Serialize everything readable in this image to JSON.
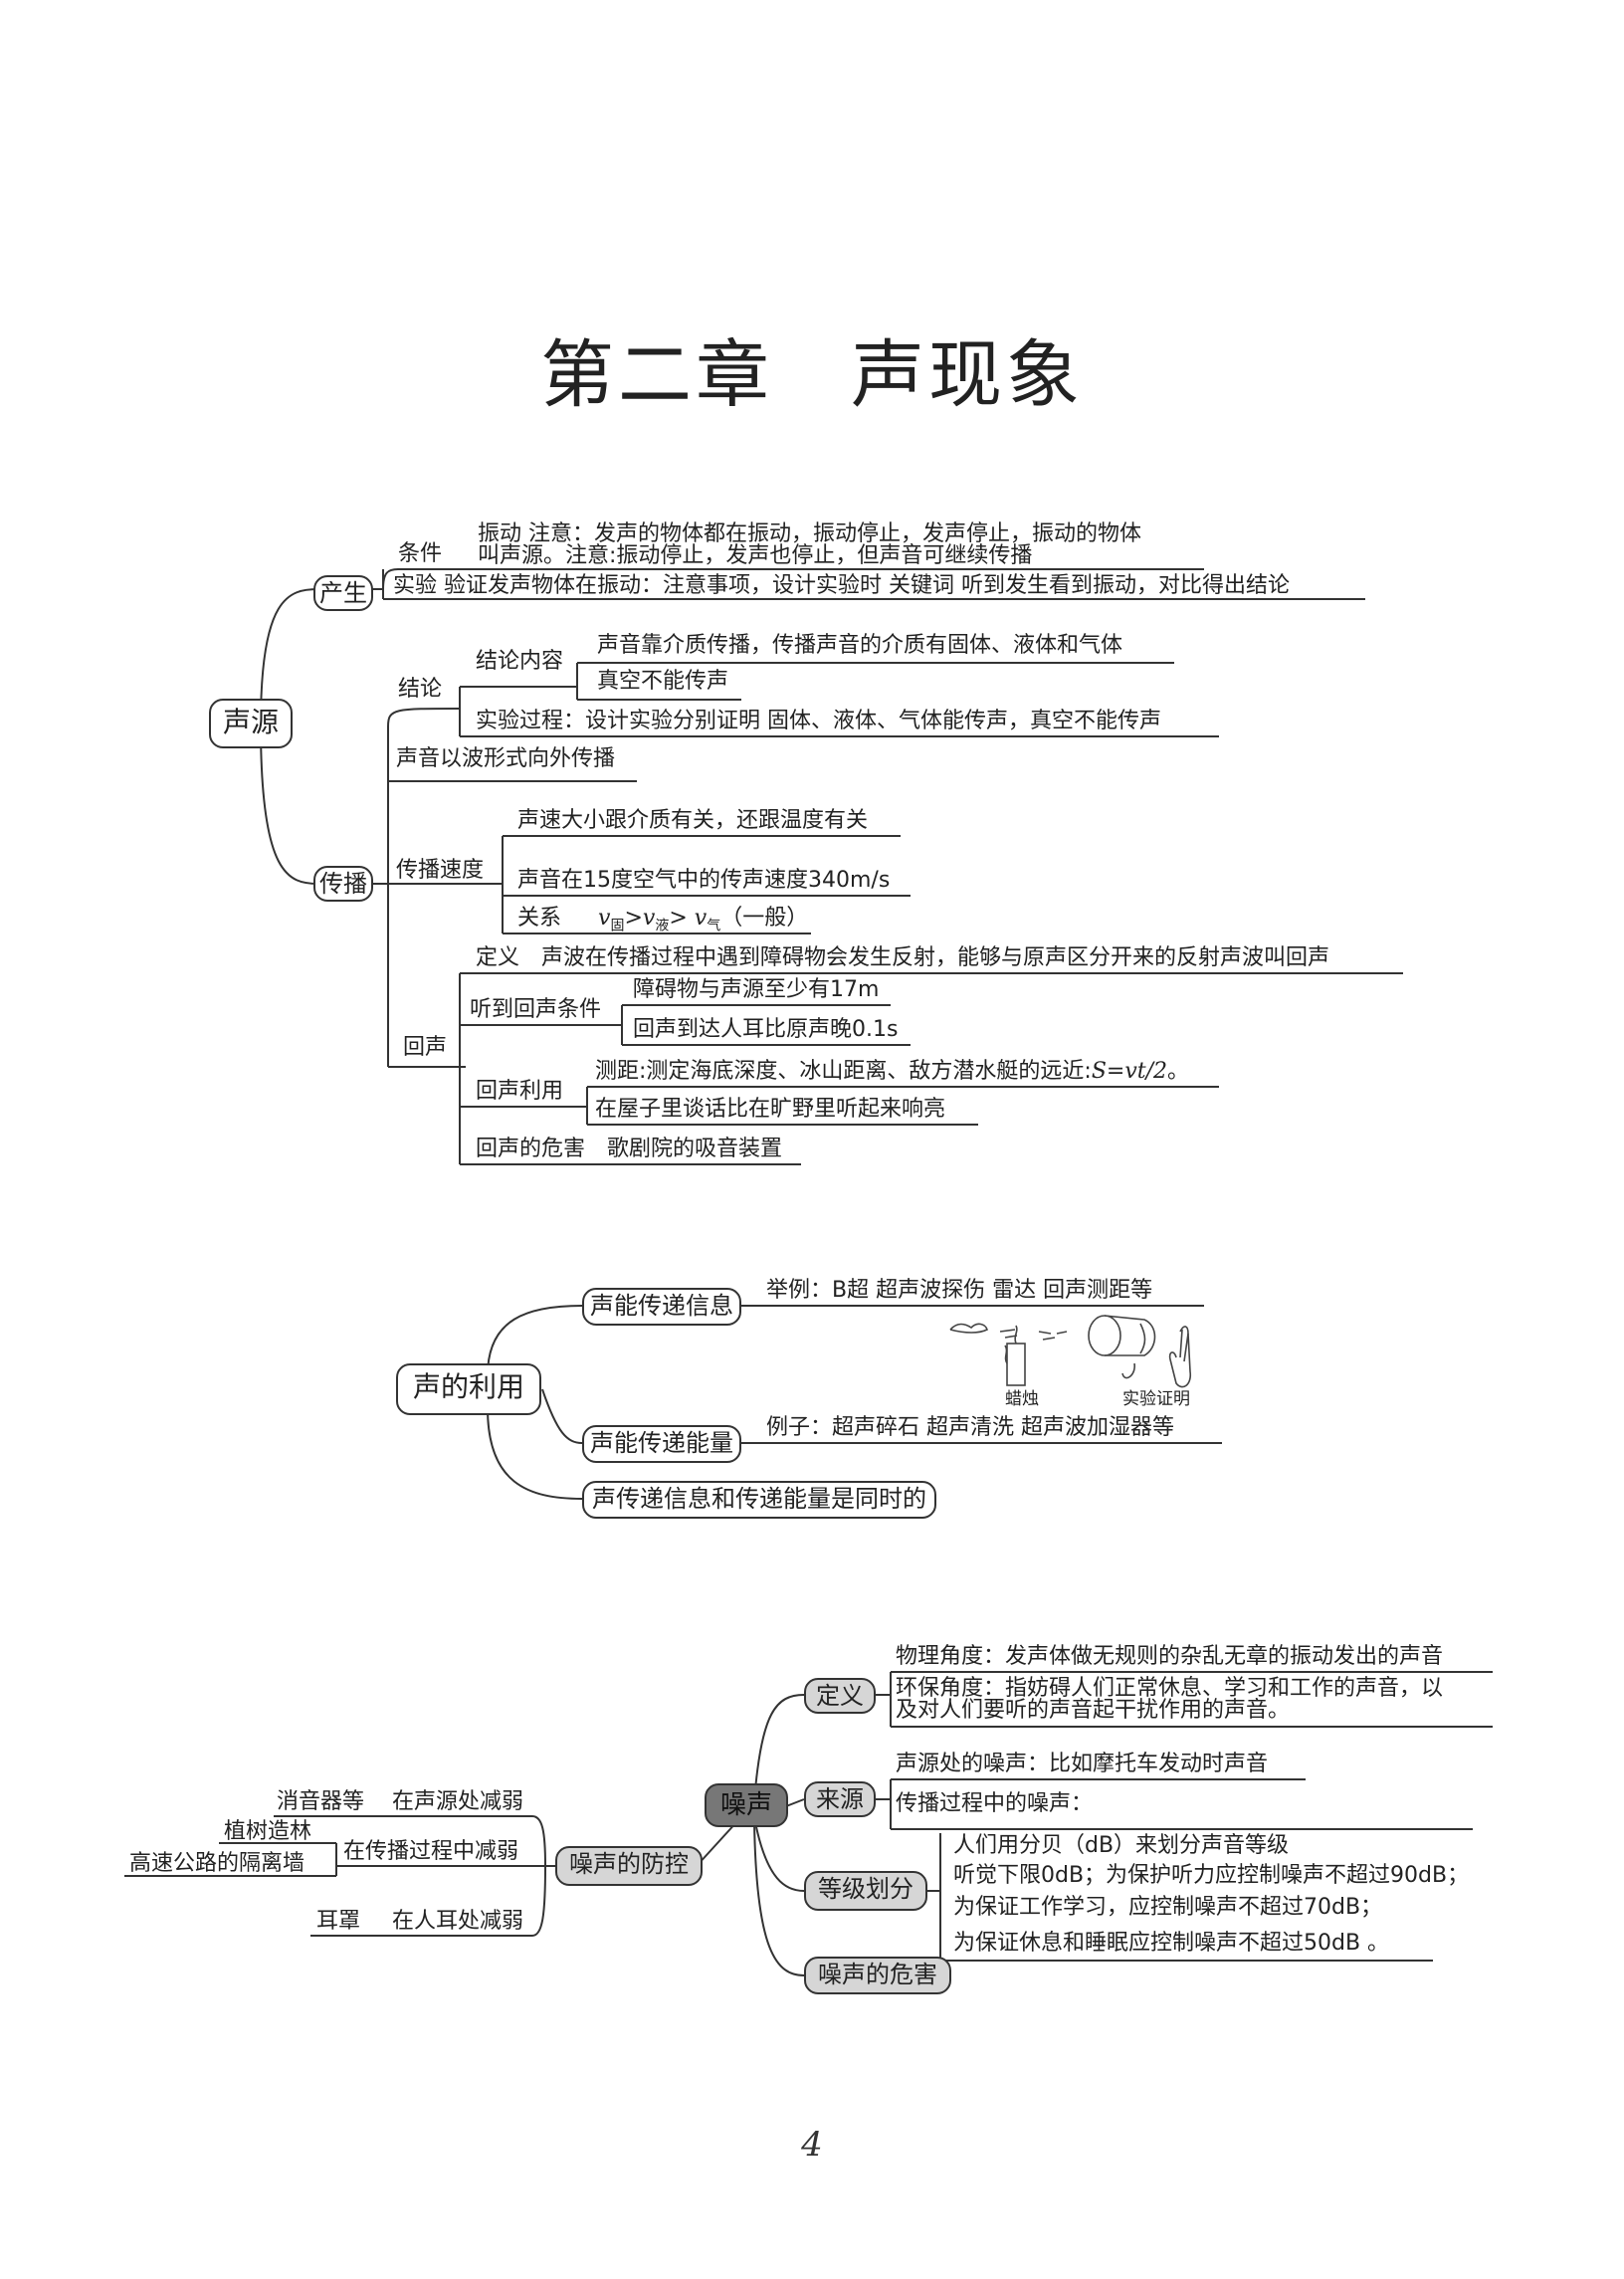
{
  "title": "第二章　声现象",
  "page_number": "4",
  "map1": {
    "root": "声源",
    "produce": {
      "label": "产生",
      "condition_label": "条件",
      "condition_line1": "振动 注意：发声的物体都在振动，振动停止，发声停止，振动的物体",
      "condition_line2": "叫声源。注意:振动停止，发声也停止，但声音可继续传播",
      "experiment": "实验 验证发声物体在振动：注意事项，设计实验时 关键词 听到发生看到振动，对比得出结论"
    },
    "propagate": {
      "label": "传播",
      "conclusion_label": "结论",
      "content_label": "结论内容",
      "content1": "声音靠介质传播，传播声音的介质有固体、液体和气体",
      "content2": "真空不能传声",
      "process": "实验过程：设计实验分别证明 固体、液体、气体能传声，真空不能传声",
      "wave": "声音以波形式向外传播",
      "speed_label": "传播速度",
      "speed1": "声速大小跟介质有关，还跟温度有关",
      "speed2": "声音在15度空气中的传声速度340m/s",
      "relation_label": "关系",
      "relation_v1": "v",
      "relation_s1": "固",
      "relation_v2": ">v",
      "relation_s2": "液",
      "relation_v3": "> v",
      "relation_s3": "气",
      "relation_tail": "（一般）",
      "echo_label": "回声",
      "definition": "定义　声波在传播过程中遇到障碍物会发生反射，能够与原声区分开来的反射声波叫回声",
      "hear_label": "听到回声条件",
      "hear1": "障碍物与声源至少有17m",
      "hear2": "回声到达人耳比原声晚0.1s",
      "use_label": "回声利用",
      "use1_pre": "测距:测定海底深度、冰山距离、敌方潜水艇的远近:",
      "use1_formula": "S=vt/2",
      "use1_post": "。",
      "use2": "在屋子里谈话比在旷野里听起来响亮",
      "harm": "回声的危害　歌剧院的吸音装置"
    }
  },
  "map2": {
    "root": "声的利用",
    "info_label": "声能传递信息",
    "info_example": "举例：B超 超声波探伤 雷达 回声测距等",
    "energy_label": "声能传递能量",
    "energy_example": "例子：超声碎石 超声清洗 超声波加湿器等",
    "simultaneous": "声传递信息和传递能量是同时的",
    "caption_candle": "蜡烛",
    "caption_proof": "实验证明"
  },
  "map3": {
    "root": "噪声",
    "definition_label": "定义",
    "def1": "物理角度：发声体做无规则的杂乱无章的振动发出的声音",
    "def2_line1": "环保角度：指妨碍人们正常休息、学习和工作的声音，以",
    "def2_line2": "及对人们要听的声音起干扰作用的声音。",
    "source_label": "来源",
    "source1": "声源处的噪声：比如摩托车发动时声音",
    "source2": "传播过程中的噪声：",
    "level_label": "等级划分",
    "level_lines": [
      "人们用分贝（dB）来划分声音等级",
      "听觉下限0dB；为保护听力应控制噪声不超过90dB；",
      "为保证工作学习，应控制噪声不超过70dB；",
      "为保证休息和睡眠应控制噪声不超过50dB 。"
    ],
    "harm_label": "噪声的危害",
    "control_label": "噪声的防控",
    "control1_example": "消音器等",
    "control1": "在声源处减弱",
    "control2_example1": "植树造林",
    "control2_example2": "高速公路的隔离墙",
    "control2": "在传播过程中减弱",
    "control3_example": "耳罩",
    "control3": "在人耳处减弱"
  }
}
